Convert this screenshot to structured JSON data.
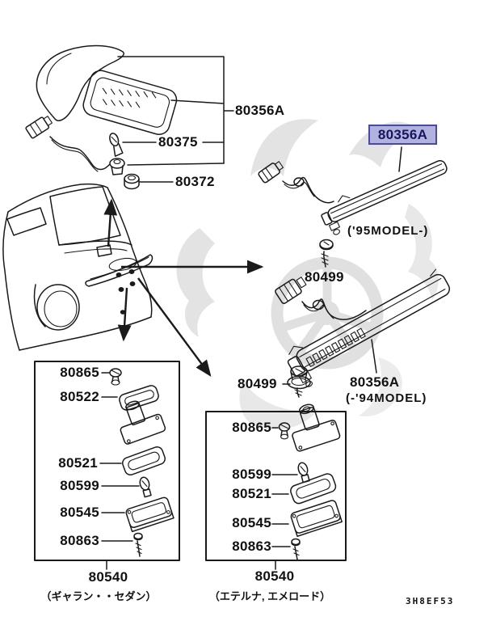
{
  "page": {
    "code": "3H8EF53",
    "background": "#ffffff",
    "line_color": "#1a1a1a",
    "watermark_color": "#e3e3e3"
  },
  "highlight": {
    "label": "80356A",
    "bg": "#b2b2e0",
    "border": "#4a4aa2",
    "text": "#16165e"
  },
  "callouts": {
    "top_assembly": "80356A",
    "bulb": "80375",
    "nut": "80372",
    "screw_upper": "80499",
    "screw_lower": "80499",
    "lamp_94": "80356A"
  },
  "notes": {
    "model_95": "('95MODEL-)",
    "model_94": "(-'94MODEL)"
  },
  "left_box": {
    "items": [
      {
        "part": "80865",
        "icon": "clip-icon"
      },
      {
        "part": "80522",
        "icon": "gasket-icon"
      },
      {
        "part": "80521",
        "icon": "gasket-icon"
      },
      {
        "part": "80599",
        "icon": "bulb-icon"
      },
      {
        "part": "80545",
        "icon": "housing-icon"
      },
      {
        "part": "80863",
        "icon": "screw-icon"
      }
    ],
    "group_part": "80540",
    "caption": "（ギャラン・・セダン）"
  },
  "right_box": {
    "items": [
      {
        "part": "80865",
        "icon": "clip-icon"
      },
      {
        "part": "80599",
        "icon": "bulb-icon"
      },
      {
        "part": "80521",
        "icon": "gasket-icon"
      },
      {
        "part": "80545",
        "icon": "housing-icon"
      },
      {
        "part": "80863",
        "icon": "screw-icon"
      }
    ],
    "group_part": "80540",
    "caption": "（エテルナ, エメロード）"
  }
}
